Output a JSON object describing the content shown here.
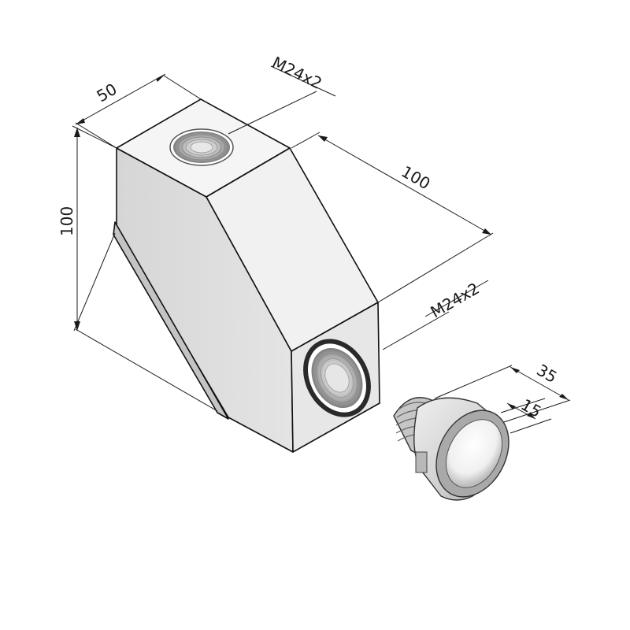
{
  "dimensions": {
    "width_label": "50",
    "height_label": "100",
    "length_label": "100",
    "top_thread_label": "M24x2",
    "front_thread_label": "M24x2",
    "plug_length_label": "35",
    "plug_flange_label": "15"
  },
  "colors": {
    "face_top": "#f4f4f4",
    "face_side": "#dedede",
    "face_front": "#e9e9e9",
    "thread": "#9a9a9a",
    "seal_ring": "#2a2a2a",
    "plug_body": "#d0d0d0"
  }
}
